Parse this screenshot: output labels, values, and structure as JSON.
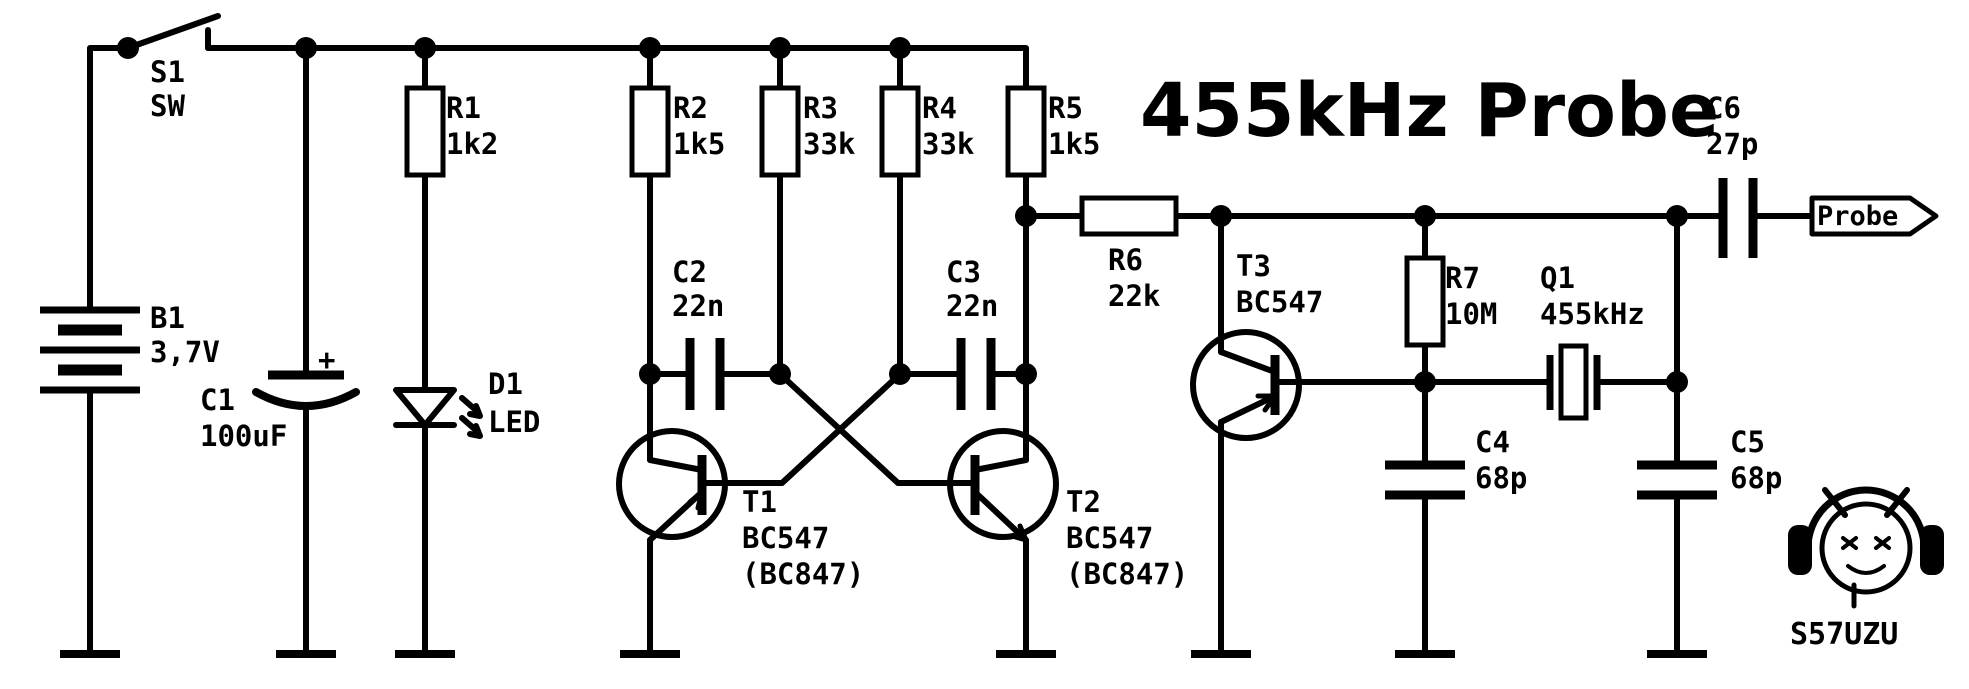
{
  "title": "455kHz Probe",
  "signature": "S57UZU",
  "output_label": "Probe",
  "components": {
    "S1": {
      "ref": "S1",
      "value": "SW"
    },
    "B1": {
      "ref": "B1",
      "value": "3,7V"
    },
    "C1": {
      "ref": "C1",
      "value": "100uF",
      "polarity": "+"
    },
    "R1": {
      "ref": "R1",
      "value": "1k2"
    },
    "D1": {
      "ref": "D1",
      "value": "LED"
    },
    "R2": {
      "ref": "R2",
      "value": "1k5"
    },
    "R3": {
      "ref": "R3",
      "value": "33k"
    },
    "R4": {
      "ref": "R4",
      "value": "33k"
    },
    "R5": {
      "ref": "R5",
      "value": "1k5"
    },
    "C2": {
      "ref": "C2",
      "value": "22n"
    },
    "C3": {
      "ref": "C3",
      "value": "22n"
    },
    "T1": {
      "ref": "T1",
      "value": "BC547",
      "alt": "(BC847)"
    },
    "T2": {
      "ref": "T2",
      "value": "BC547",
      "alt": "(BC847)"
    },
    "R6": {
      "ref": "R6",
      "value": "22k"
    },
    "T3": {
      "ref": "T3",
      "value": "BC547"
    },
    "R7": {
      "ref": "R7",
      "value": "10M"
    },
    "Q1": {
      "ref": "Q1",
      "value": "455kHz"
    },
    "C4": {
      "ref": "C4",
      "value": "68p"
    },
    "C5": {
      "ref": "C5",
      "value": "68p"
    },
    "C6": {
      "ref": "C6",
      "value": "27p"
    }
  },
  "icons": [
    "switch-icon",
    "battery-icon",
    "capacitor-icon",
    "resistor-icon",
    "led-icon",
    "npn-transistor-icon",
    "crystal-icon",
    "ground-icon",
    "probe-connector-icon",
    "headphone-face-logo-icon"
  ]
}
